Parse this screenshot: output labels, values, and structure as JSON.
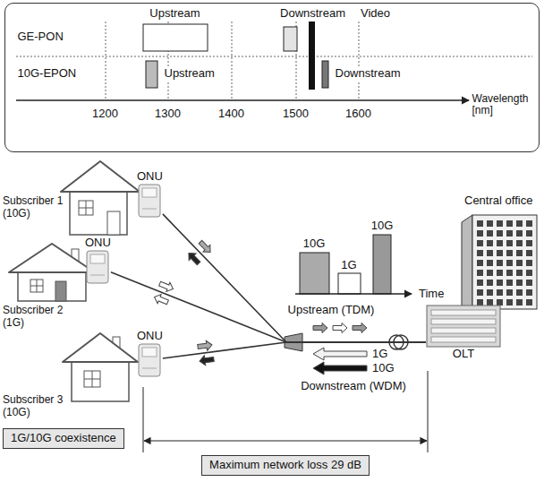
{
  "diagram": {
    "nodes": [
      {
        "text": [
          "Upstream",
          "Downstream",
          "Video",
          "GE-PON",
          "10G-EPON",
          "Upstream",
          "Downstream",
          "1200",
          "1300",
          "1400",
          "1500",
          "1600",
          "Wavelength [nm]"
        ]
      },
      {
        "text": [
          "ONU"
        ]
      },
      {
        "text": [
          "ONU"
        ]
      },
      {
        "text": [
          "ONU"
        ]
      },
      {
        "text": [
          "OLT"
        ]
      },
      {
        "text": [
          "1G/10G coexistence"
        ]
      },
      {
        "text": [
          "Maximum network loss 29 dB"
        ]
      }
    ],
    "edges": [
      {
        "from": 1,
        "to": 4,
        "arrow": "none"
      },
      {
        "from": 2,
        "to": 4,
        "arrow": "none"
      },
      {
        "from": 3,
        "to": 4,
        "arrow": "none"
      }
    ],
    "labels": [
      "Subscriber 1 (10G)",
      "Central office",
      "10G",
      "10G",
      "1G",
      "Time",
      "Subscriber 2 (1G)",
      "Upstream (TDM)",
      "1G",
      "10G",
      "Downstream (WDM)",
      "Subscriber 3 (10G)"
    ]
  }
}
